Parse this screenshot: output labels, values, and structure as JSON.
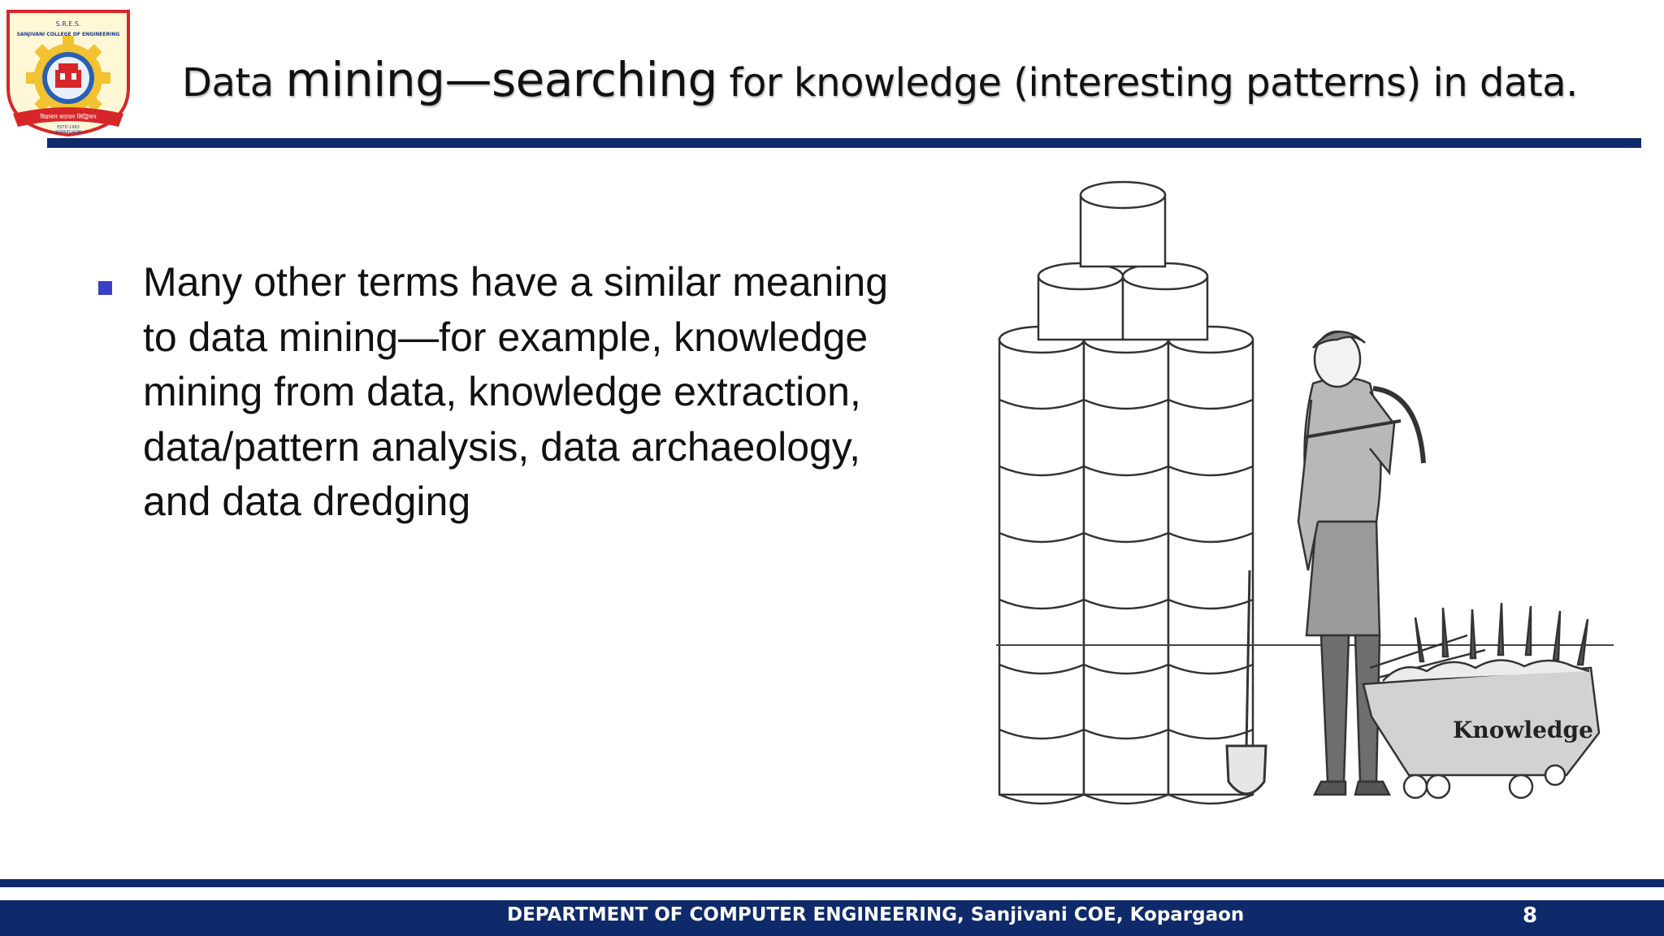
{
  "logo": {
    "top_text": "S.R.E.S.",
    "college": "SANJIVANI COLLEGE OF ENGINEERING",
    "motto": "विद्यावान सदाचार सिद्धिमान",
    "estd": "ESTD.1983",
    "place": "KOPARGAON",
    "colors": {
      "gear": "#f2c230",
      "border": "#d7262a",
      "center": "#2a5fb4"
    }
  },
  "title": {
    "part1": "Data ",
    "part2": "mining—searching",
    "part3": " for knowledge (interesting patterns) in data."
  },
  "bullet": {
    "text": "Many other terms have a similar meaning to data mining—for example, knowledge mining from data, knowledge extraction, data/pattern analysis, data archaeology, and data dredging"
  },
  "figure": {
    "cart_label": "Knowledge"
  },
  "footer": {
    "text": "DEPARTMENT OF COMPUTER ENGINEERING,  Sanjivani COE, Kopargaon",
    "page": "8"
  },
  "colors": {
    "accent_navy": "#0f2a6b",
    "bullet": "#3a3ec8"
  }
}
